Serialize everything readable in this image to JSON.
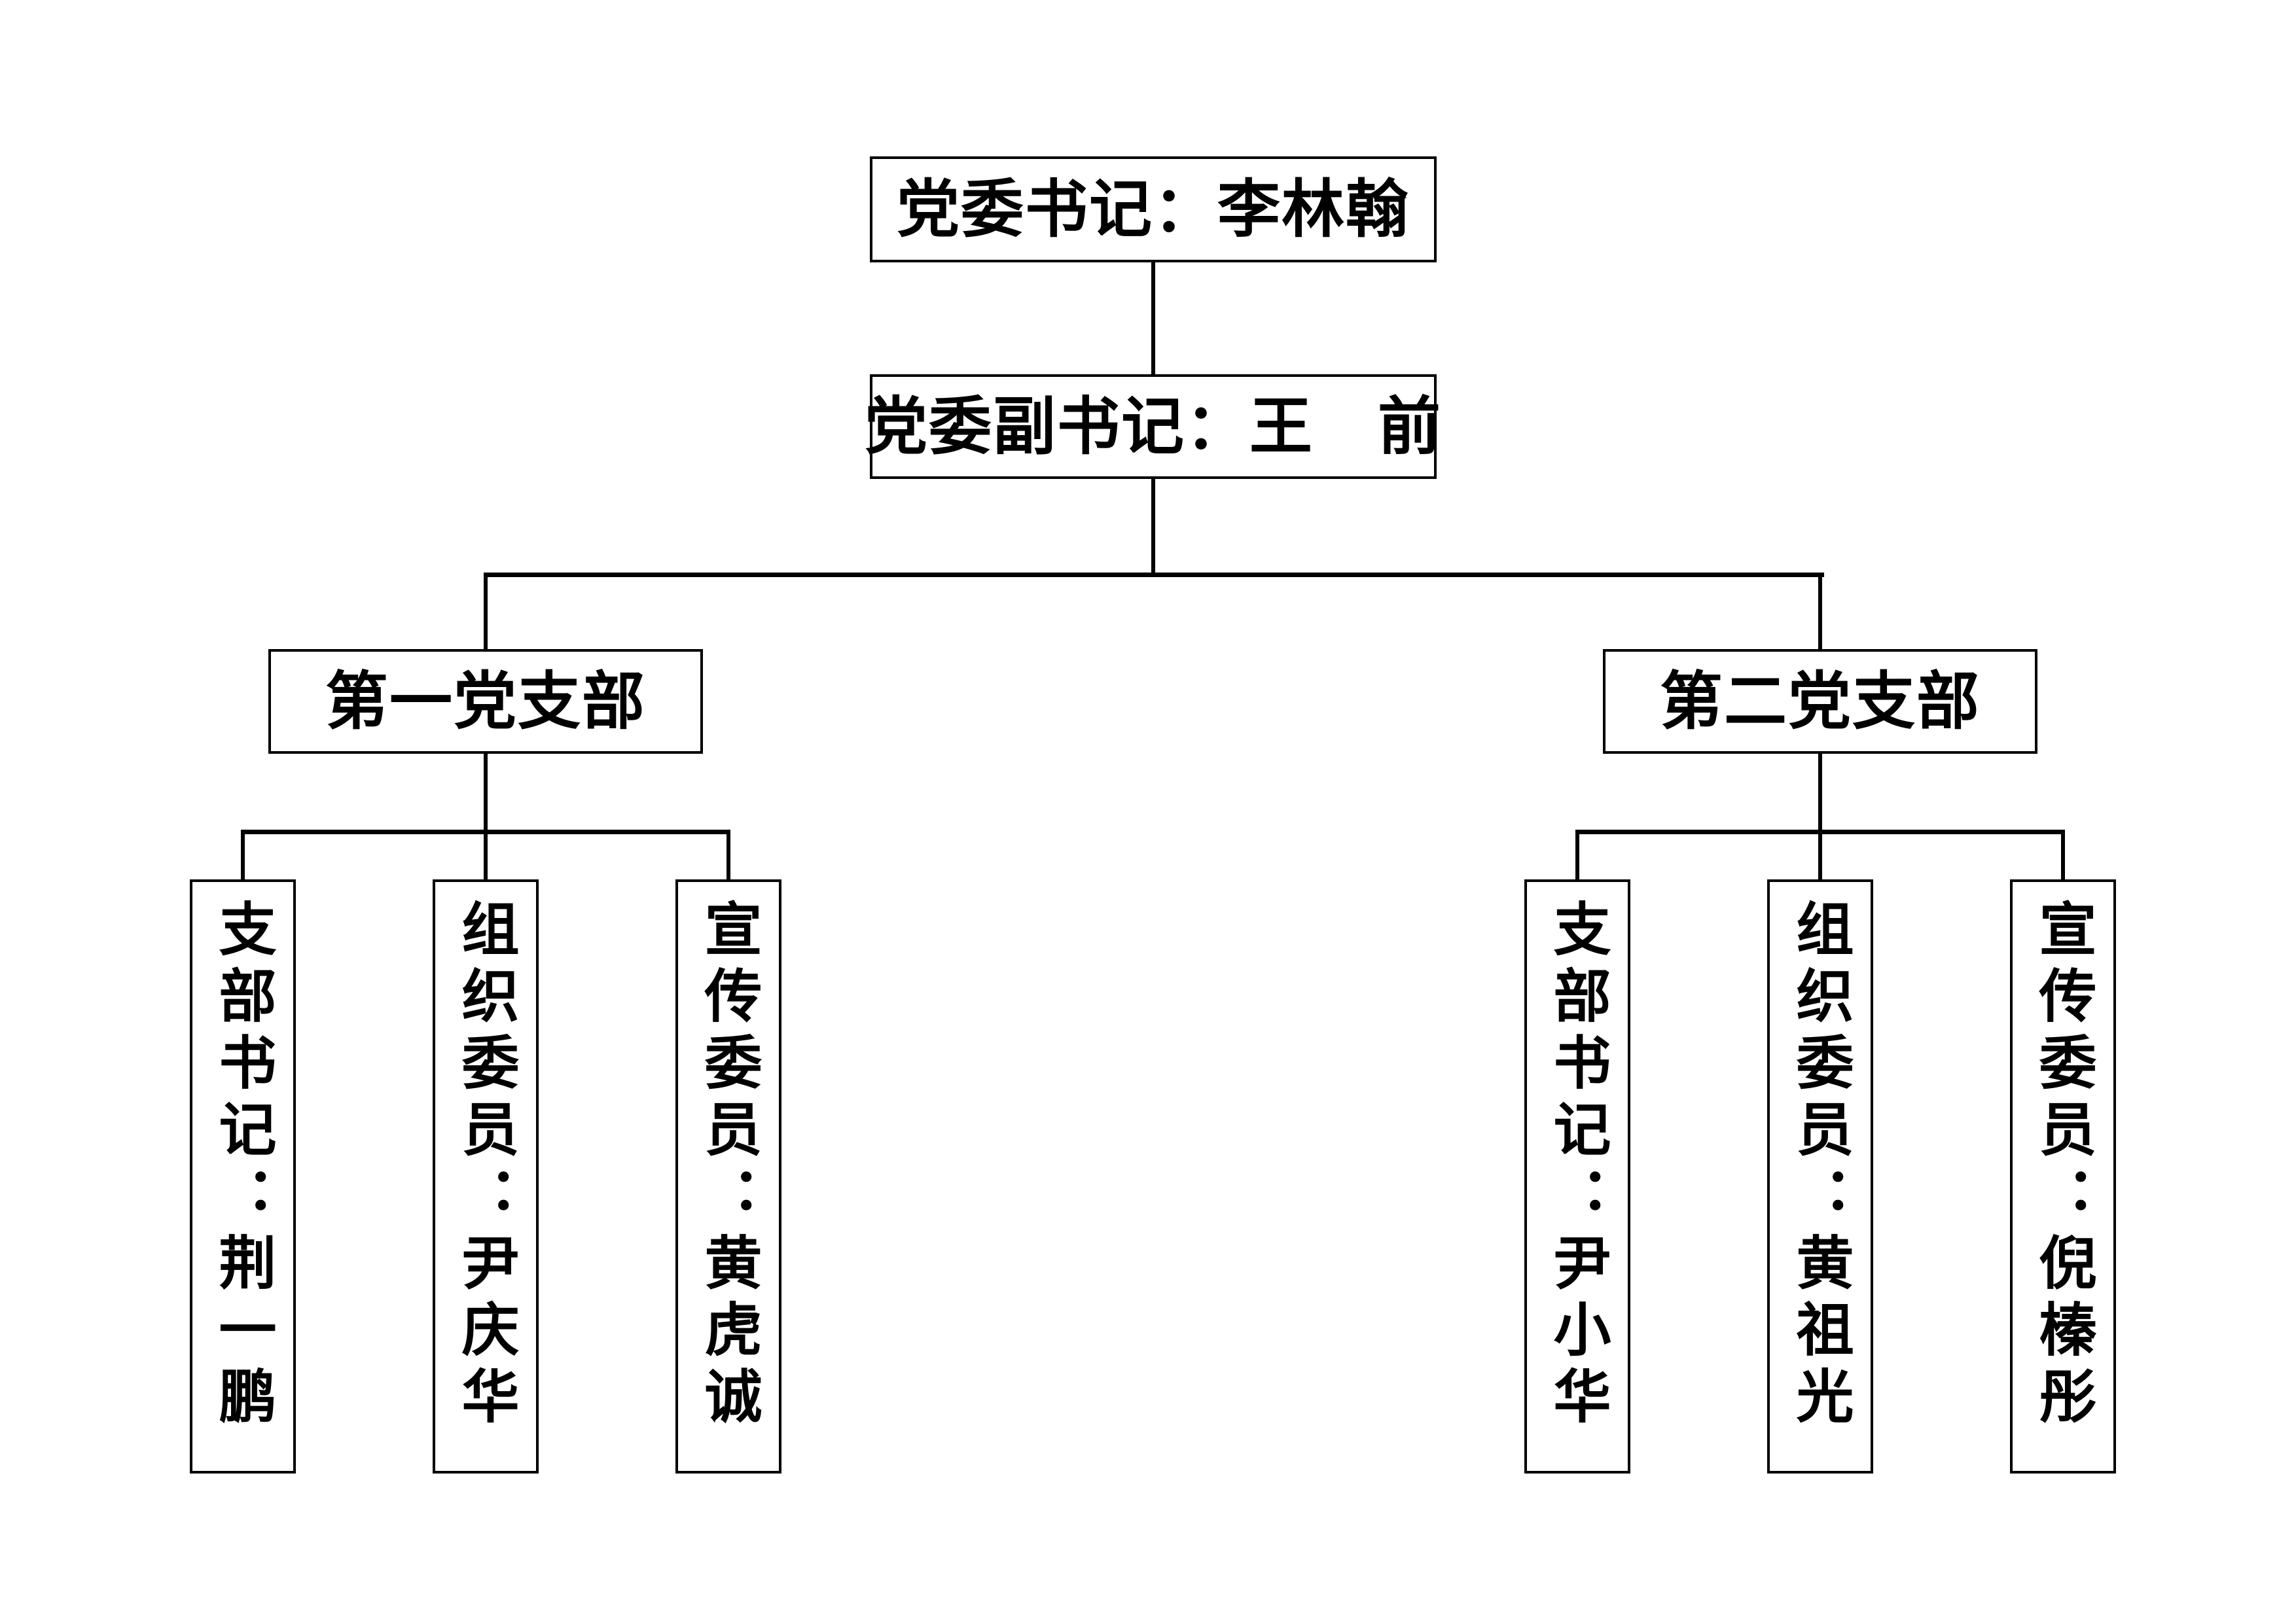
{
  "diagram": {
    "type": "org-chart",
    "root": {
      "label": "党委书记：李林翰"
    },
    "deputy": {
      "label": "党委副书记：王　前"
    },
    "branches": [
      {
        "label": "第一党支部",
        "members": [
          "支部书记：荆一鹏",
          "组织委员：尹庆华",
          "宣传委员：黄虎诚"
        ]
      },
      {
        "label": "第二党支部",
        "members": [
          "支部书记：尹小华",
          "组织委员：黄祖光",
          "宣传委员：倪榛彤"
        ]
      }
    ],
    "colors": {
      "background": "#ffffff",
      "box_border": "#000000",
      "connector_line": "#000000",
      "text": "#000000"
    }
  }
}
